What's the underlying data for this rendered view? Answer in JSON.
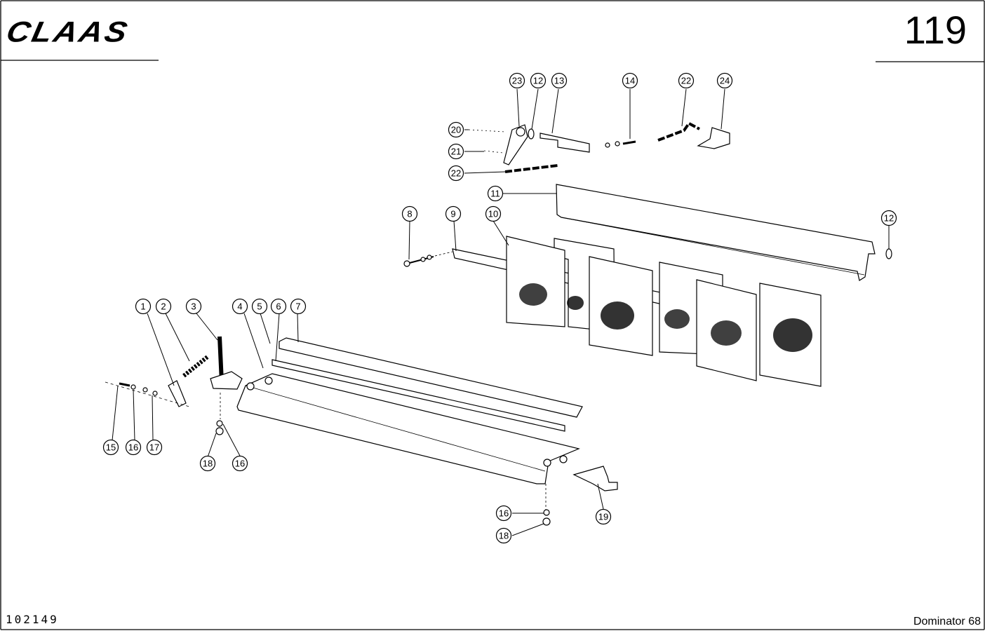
{
  "header": {
    "brand": "CLAAS",
    "page_number": "119"
  },
  "footer": {
    "drawing_number": "102149",
    "model": "Dominator 68"
  },
  "callouts": [
    "1",
    "2",
    "3",
    "4",
    "5",
    "6",
    "7",
    "8",
    "9",
    "10",
    "11",
    "12",
    "12",
    "13",
    "14",
    "15",
    "16",
    "16",
    "16",
    "17",
    "18",
    "18",
    "19",
    "20",
    "21",
    "22",
    "22",
    "23",
    "24"
  ]
}
